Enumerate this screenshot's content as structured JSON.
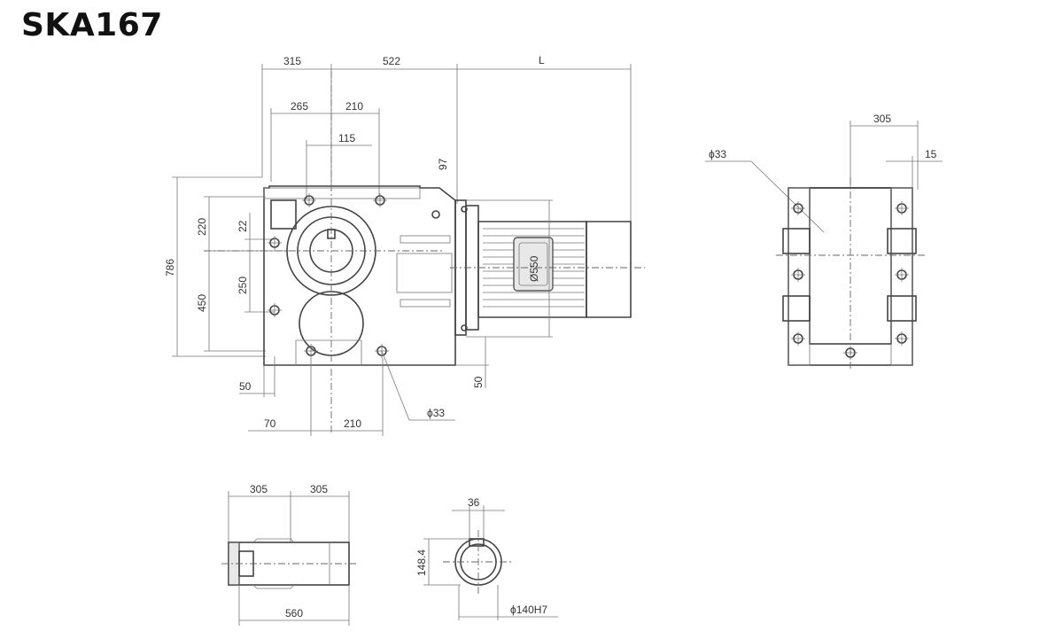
{
  "title": "SKA167",
  "front_view": {
    "dims": {
      "d315": "315",
      "d522": "522",
      "d_l1": "L",
      "d265": "265",
      "d210_top": "210",
      "d115": "115",
      "d97": "97",
      "d786": "786",
      "d220": "220",
      "d22": "22",
      "d250": "250",
      "d450": "450",
      "d50_left": "50",
      "d70": "70",
      "d210_bottom": "210",
      "d33": "ϕ33",
      "d50_right": "50",
      "d550": "Ø550"
    }
  },
  "side_view": {
    "dims": {
      "d305": "305",
      "d15": "15",
      "d33": "ϕ33"
    }
  },
  "shaft_view": {
    "dims": {
      "d305a": "305",
      "d305b": "305",
      "d560": "560"
    }
  },
  "bore_view": {
    "dims": {
      "d36": "36",
      "d148": "148.4",
      "d140": "ϕ140H7"
    }
  }
}
